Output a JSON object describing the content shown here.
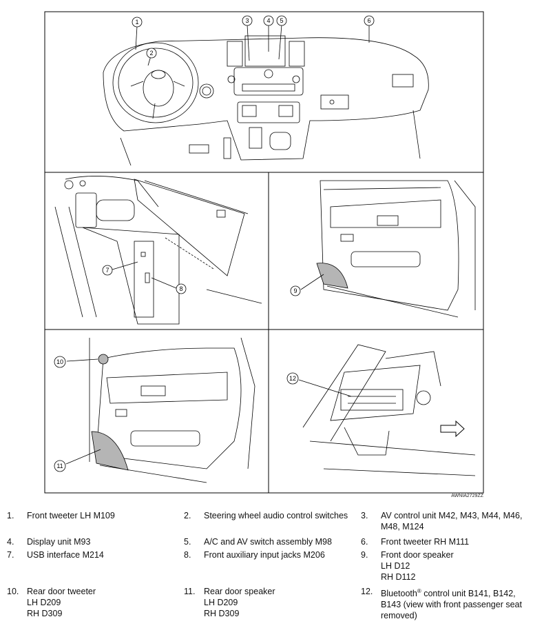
{
  "figure_code": "AWNIA2729ZZ",
  "callouts": [
    "1",
    "2",
    "3",
    "4",
    "5",
    "6",
    "7",
    "8",
    "9",
    "10",
    "11",
    "12"
  ],
  "legend": [
    {
      "num": "1.",
      "text": "Front tweeter LH M109"
    },
    {
      "num": "2.",
      "text": "Steering wheel audio control switches"
    },
    {
      "num": "3.",
      "text": "AV control unit M42, M43, M44, M46,\nM48, M124"
    },
    {
      "num": "4.",
      "text": "Display unit M93"
    },
    {
      "num": "5.",
      "text": "A/C and AV switch assembly M98"
    },
    {
      "num": "6.",
      "text": "Front tweeter RH M111"
    },
    {
      "num": "7.",
      "text": "USB interface M214"
    },
    {
      "num": "8.",
      "text": "Front auxiliary input jacks M206"
    },
    {
      "num": "9.",
      "text": "Front door speaker\nLH D12\nRH D112"
    },
    {
      "num": "10.",
      "text": "Rear door tweeter\nLH D209\nRH D309"
    },
    {
      "num": "11.",
      "text": "Rear door speaker\nLH D209\nRH D309"
    },
    {
      "num": "12.",
      "text": "control unit B141, B142,\nB143 (view with front passenger seat\nremoved)",
      "prefix": "Bluetooth",
      "sup": "®"
    }
  ]
}
